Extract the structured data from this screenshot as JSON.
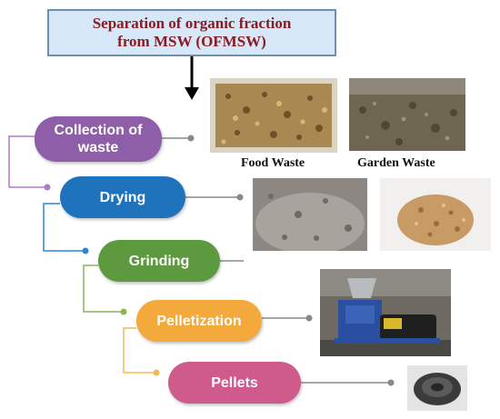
{
  "title": {
    "line1": "Separation of organic fraction",
    "line2": "from MSW (OFMSW)"
  },
  "steps": [
    {
      "line1": "Collection of",
      "line2": "waste",
      "color": "#8e5ea8"
    },
    {
      "line1": "Drying",
      "line2": "",
      "color": "#1f73bd"
    },
    {
      "line1": "Grinding",
      "line2": "",
      "color": "#5d9a3f"
    },
    {
      "line1": "Pelletization",
      "line2": "",
      "color": "#f3a93b"
    },
    {
      "line1": "Pellets",
      "line2": "",
      "color": "#cf5a8c"
    }
  ],
  "captions": {
    "food_waste": "Food Waste",
    "garden_waste": "Garden Waste"
  }
}
